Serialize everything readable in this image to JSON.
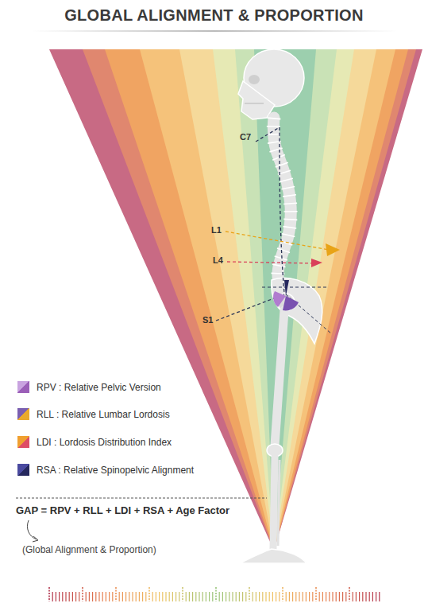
{
  "diagram": {
    "title": "GLOBAL ALIGNMENT & PROPORTION",
    "labels": [
      "C7",
      "L1",
      "L4",
      "S1",
      "GAP = RPV + RLL + LDI + RSA + Age Factor",
      "(Global Alignment & Proportion)"
    ],
    "legend": [
      {
        "text": "RPV : Relative Pelvic Version",
        "color": "#9b5fb8"
      },
      {
        "text": "RLL : Relative Lumbar Lordosis",
        "color": "#e9aa2b"
      },
      {
        "text": "LDI : Lordosis Distribution Index",
        "color": "#de4d66"
      },
      {
        "text": "RSA : Relative Spinopelvic Alignment",
        "color": "#26285e"
      }
    ]
  }
}
